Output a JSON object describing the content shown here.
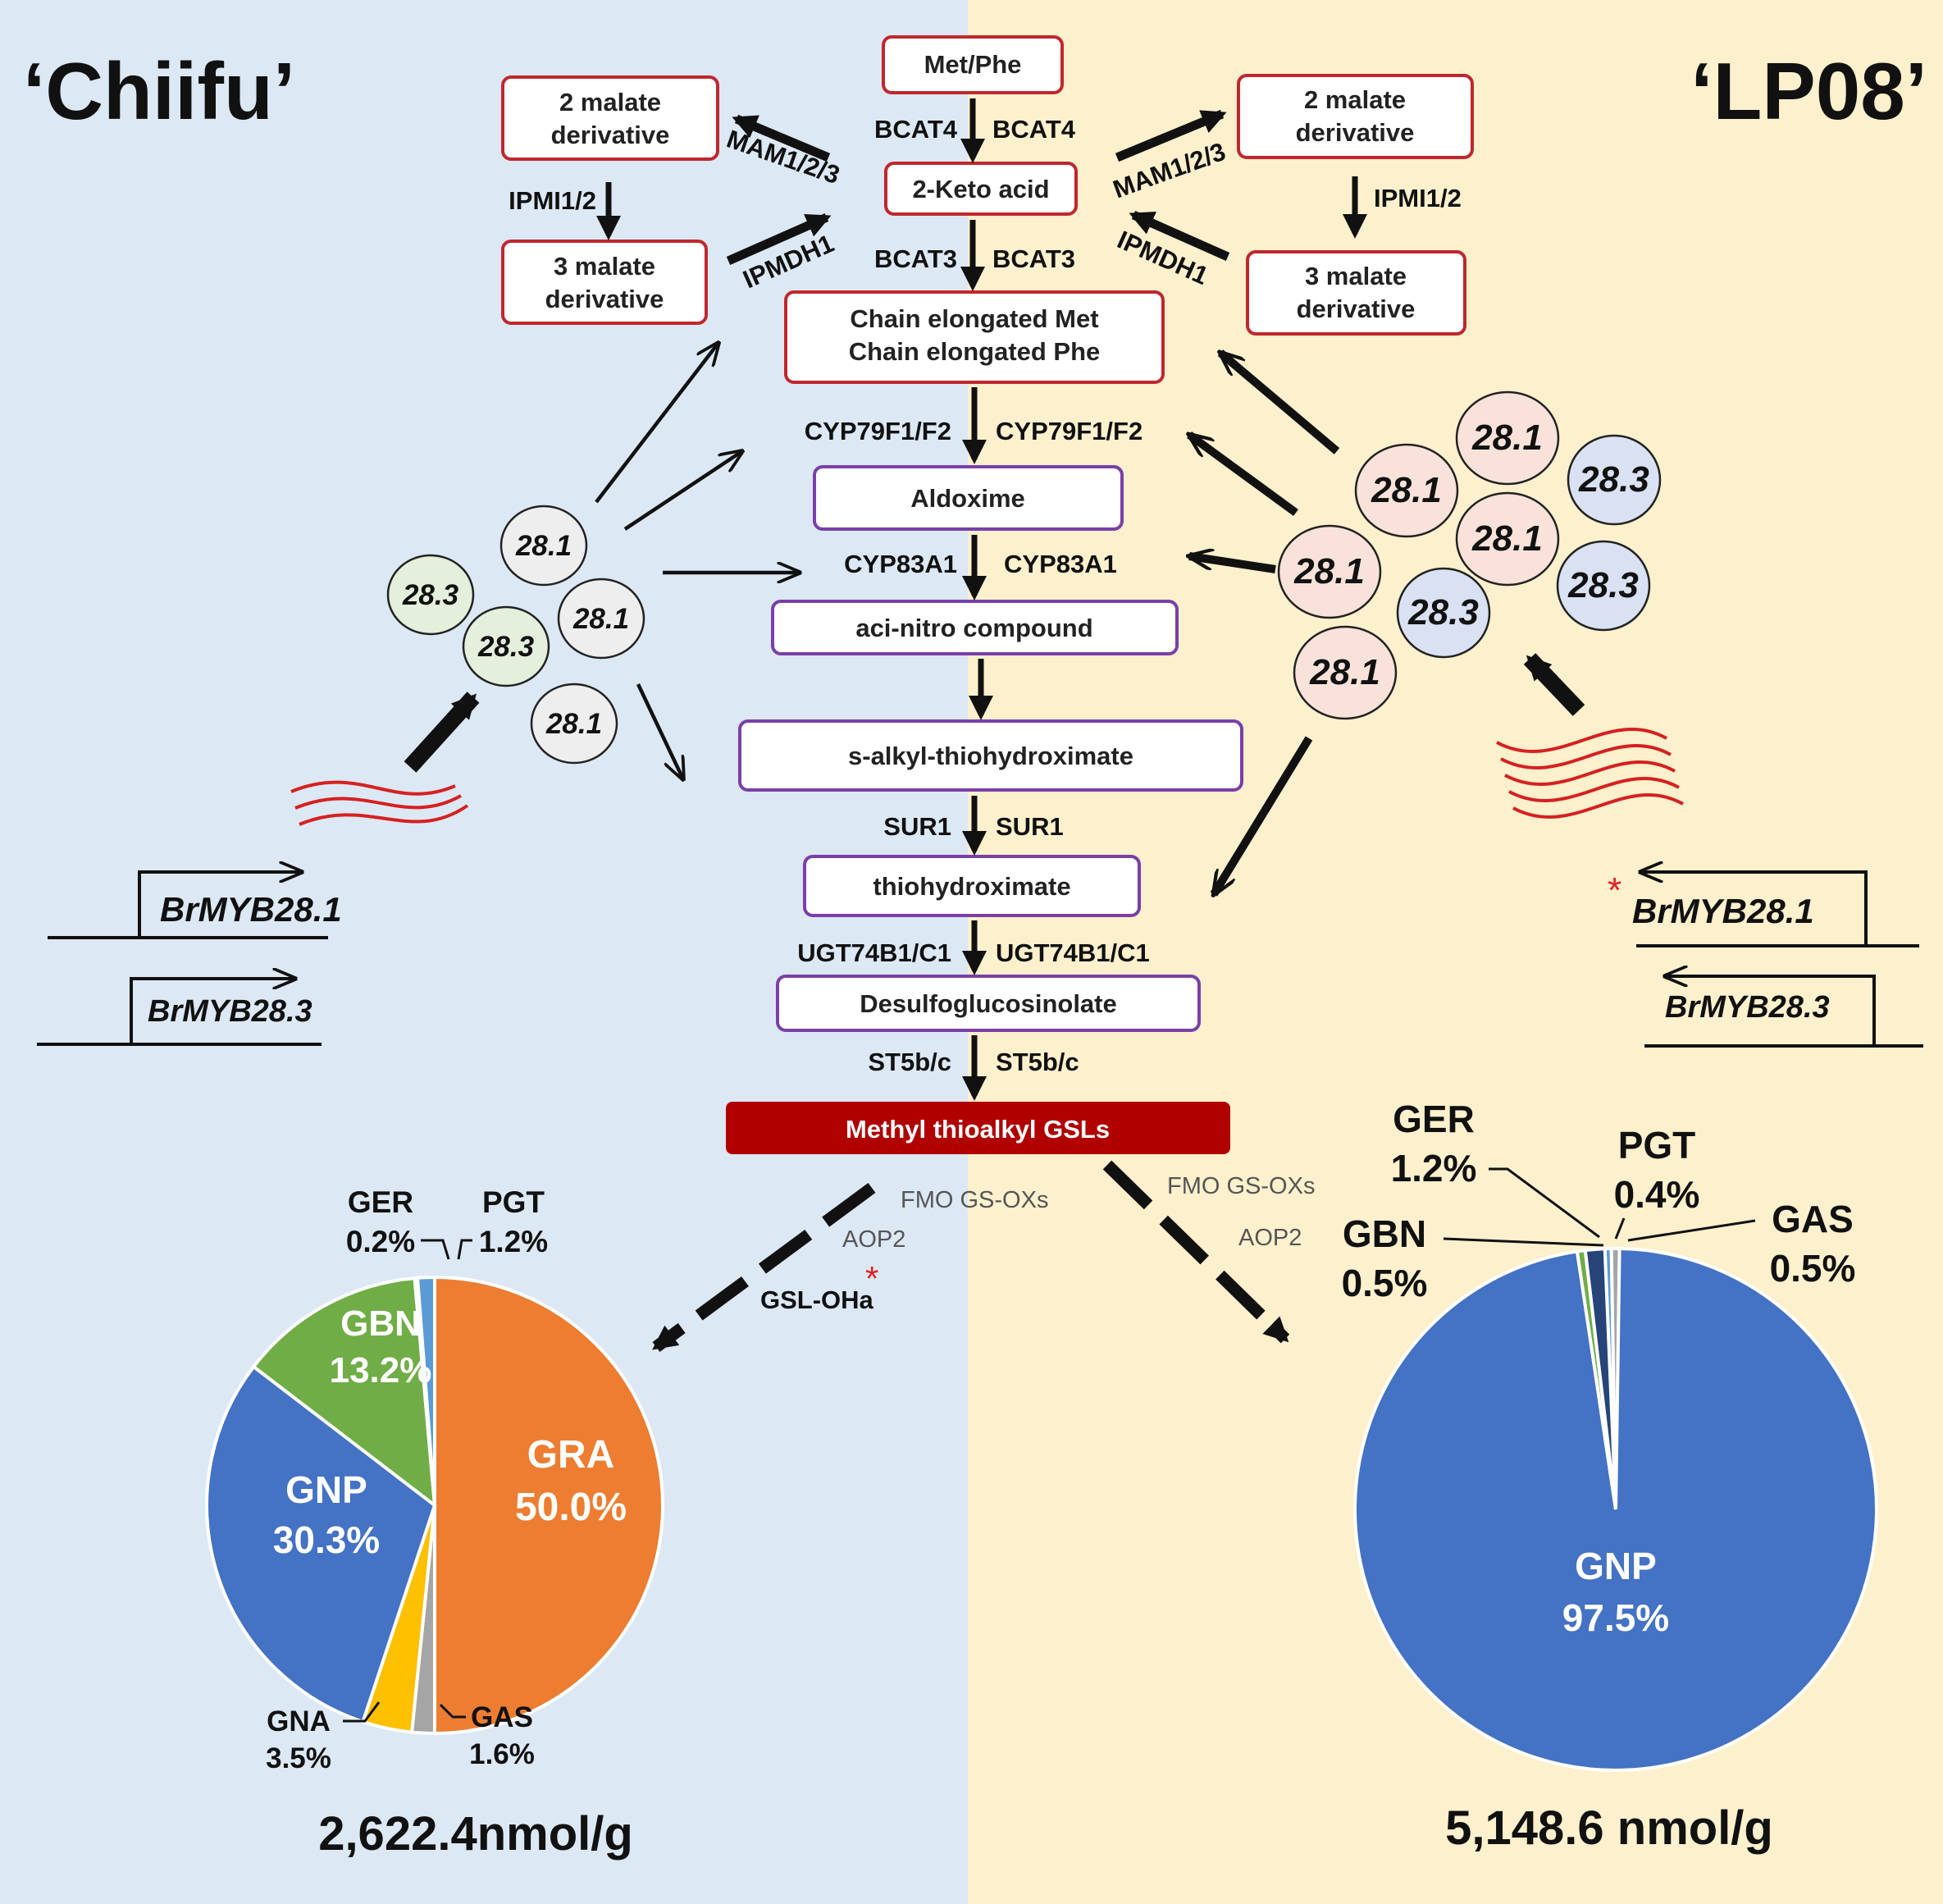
{
  "cultivars": {
    "left": "‘Chiifu’",
    "right": "‘LP08’"
  },
  "pathway": {
    "met_phe": "Met/Phe",
    "keto_acid": "2-Keto acid",
    "malate2": [
      "2 malate",
      "derivative"
    ],
    "malate3": [
      "3 malate",
      "derivative"
    ],
    "chain_met": "Chain elongated Met",
    "chain_phe": "Chain elongated Phe",
    "aldoxime": "Aldoxime",
    "aci_nitro": "aci-nitro compound",
    "s_alkyl": "s-alkyl-thiohydroximate",
    "thiohydroximate": "thiohydroximate",
    "desulfo": "Desulfoglucosinolate",
    "methyl_gsl": "Methyl thioalkyl GSLs"
  },
  "enzymes": {
    "bcat4": "BCAT4",
    "bcat3": "BCAT3",
    "mam": "MAM1/2/3",
    "ipmdh": "IPMDH1",
    "ipmi": "IPMI1/2",
    "cyp79": "CYP79F1/F2",
    "cyp83": "CYP83A1",
    "sur1": "SUR1",
    "ugt": "UGT74B1/C1",
    "st5": "ST5b/c",
    "fmo": "FMO GS-OXs",
    "aop2": "AOP2",
    "gsl_oha": "GSL-OHa",
    "asterisk": "*"
  },
  "transcription_factors": {
    "tf281": "28.1",
    "tf283": "28.3",
    "gene_myb281": "BrMYB28.1",
    "gene_myb283": "BrMYB28.3"
  },
  "colors": {
    "left_bg": "#dde8f5",
    "right_bg": "#fdf0cd",
    "box_red_border": "#c0272d",
    "box_purple_border": "#7a3fa8",
    "gsl_fill": "#b00000",
    "transcript_red": "#d62020",
    "tf281_fill_left": "#eeeeee",
    "tf283_fill_left": "#e4efdc",
    "tf281_fill_right": "#f9e2d9",
    "tf283_fill_right": "#d9e1f2"
  },
  "chart_data": [
    {
      "type": "pie",
      "title": "2,622.4nmol/g",
      "labels": [
        "GRA",
        "GAS",
        "GNA",
        "GNP",
        "GBN",
        "GER",
        "PGT"
      ],
      "values": [
        50.0,
        1.6,
        3.5,
        30.3,
        13.2,
        0.2,
        1.2
      ],
      "colors": [
        "#ed7d31",
        "#a5a5a5",
        "#ffc000",
        "#4472c4",
        "#70ad47",
        "#264478",
        "#5b9bd5"
      ],
      "value_labels": [
        "50.0%",
        "1.6%",
        "3.5%",
        "30.3%",
        "13.2%",
        "0.2%",
        "1.2%"
      ]
    },
    {
      "type": "pie",
      "title": "5,148.6 nmol/g",
      "labels": [
        "PGT",
        "GAS",
        "GNP",
        "GBN",
        "GER"
      ],
      "values": [
        0.4,
        0.5,
        97.5,
        0.5,
        1.2
      ],
      "colors": [
        "#5b9bd5",
        "#a5a5a5",
        "#4472c4",
        "#70ad47",
        "#264478"
      ],
      "value_labels": [
        "0.4%",
        "0.5%",
        "97.5%",
        "0.5%",
        "1.2%"
      ]
    }
  ]
}
